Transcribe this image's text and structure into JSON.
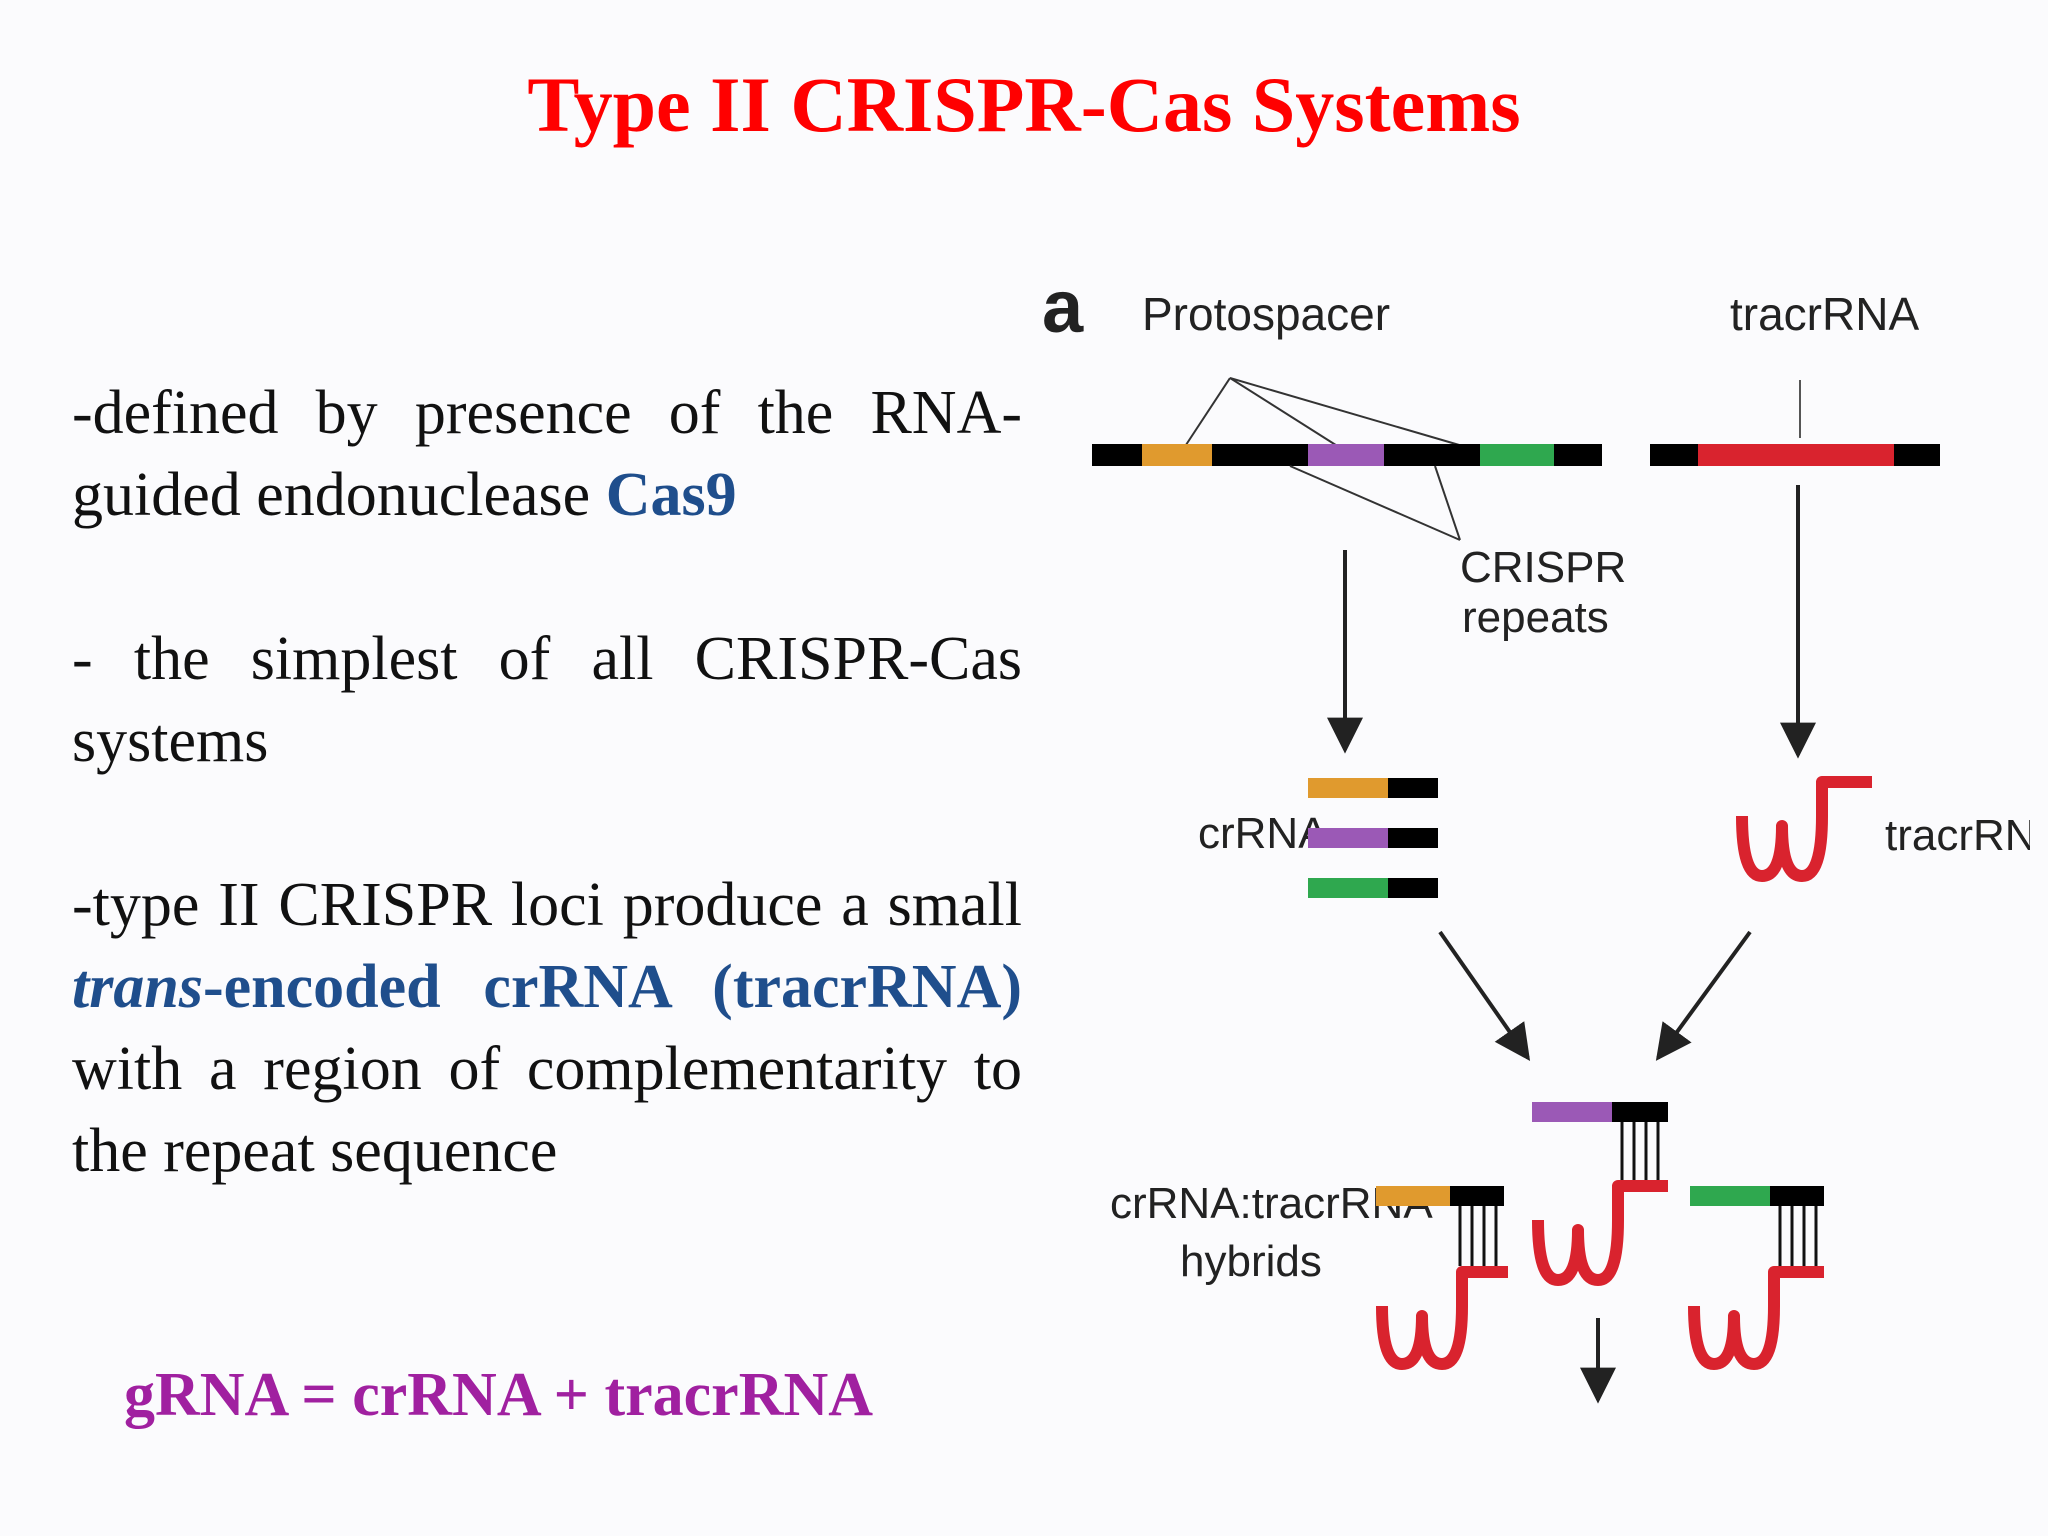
{
  "slide": {
    "title": "Type II CRISPR-Cas Systems",
    "bullet1": {
      "prefix": "-defined by presence  of the RNA-guided endonuclease ",
      "highlight": "Cas9"
    },
    "bullet2": {
      "text": "- the simplest of all CRISPR-Cas systems"
    },
    "bullet3": {
      "prefix": "-type II CRISPR  loci produce a small ",
      "trans_italic": "trans",
      "trans_rest": "-encoded crRNA (tracrRNA)",
      "suffix": " with a region of complementarity to the repeat sequence"
    },
    "formula": "gRNA = crRNA + tracrRNA"
  },
  "figure": {
    "panel_letter": "a",
    "labels": {
      "protospacer": "Protospacer",
      "tracrrna_top": "tracrRNA",
      "crispr_repeats_line1": "CRISPR",
      "crispr_repeats_line2": "repeats",
      "crrna": "crRNA",
      "tracrrna_mid": "tracrRNA",
      "hybrids_line1": "crRNA:tracrRNA",
      "hybrids_line2": "hybrids"
    },
    "colors": {
      "repeat": "#000000",
      "spacer_orange": "#e09a2e",
      "spacer_purple": "#9b59b6",
      "spacer_green": "#2fa84f",
      "tracr": "#d9232e",
      "arrow": "#222222"
    }
  }
}
